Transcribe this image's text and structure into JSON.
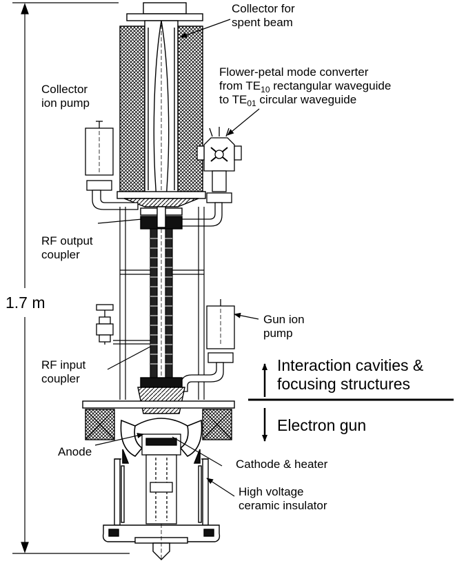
{
  "labels": {
    "height": "1.7 m",
    "collector_line1": "Collector for",
    "collector_line2": "spent beam",
    "converter_line1": "Flower-petal mode converter",
    "converter_line2_pre": "from TE",
    "converter_line2_sub": "10",
    "converter_line2_post": " rectangular waveguide",
    "converter_line3_pre": "to TE",
    "converter_line3_sub": "01",
    "converter_line3_post": " circular waveguide",
    "collector_pump_line1": "Collector",
    "collector_pump_line2": "ion pump",
    "rf_output_line1": "RF output",
    "rf_output_line2": "coupler",
    "gun_pump_line1": "Gun ion",
    "gun_pump_line2": "pump",
    "rf_input_line1": "RF input",
    "rf_input_line2": "coupler",
    "interaction_line1": "Interaction cavities &",
    "interaction_line2": "focusing structures",
    "electron_gun": "Electron gun",
    "anode": "Anode",
    "cathode": "Cathode & heater",
    "insulator_line1": "High voltage",
    "insulator_line2": "ceramic insulator"
  }
}
